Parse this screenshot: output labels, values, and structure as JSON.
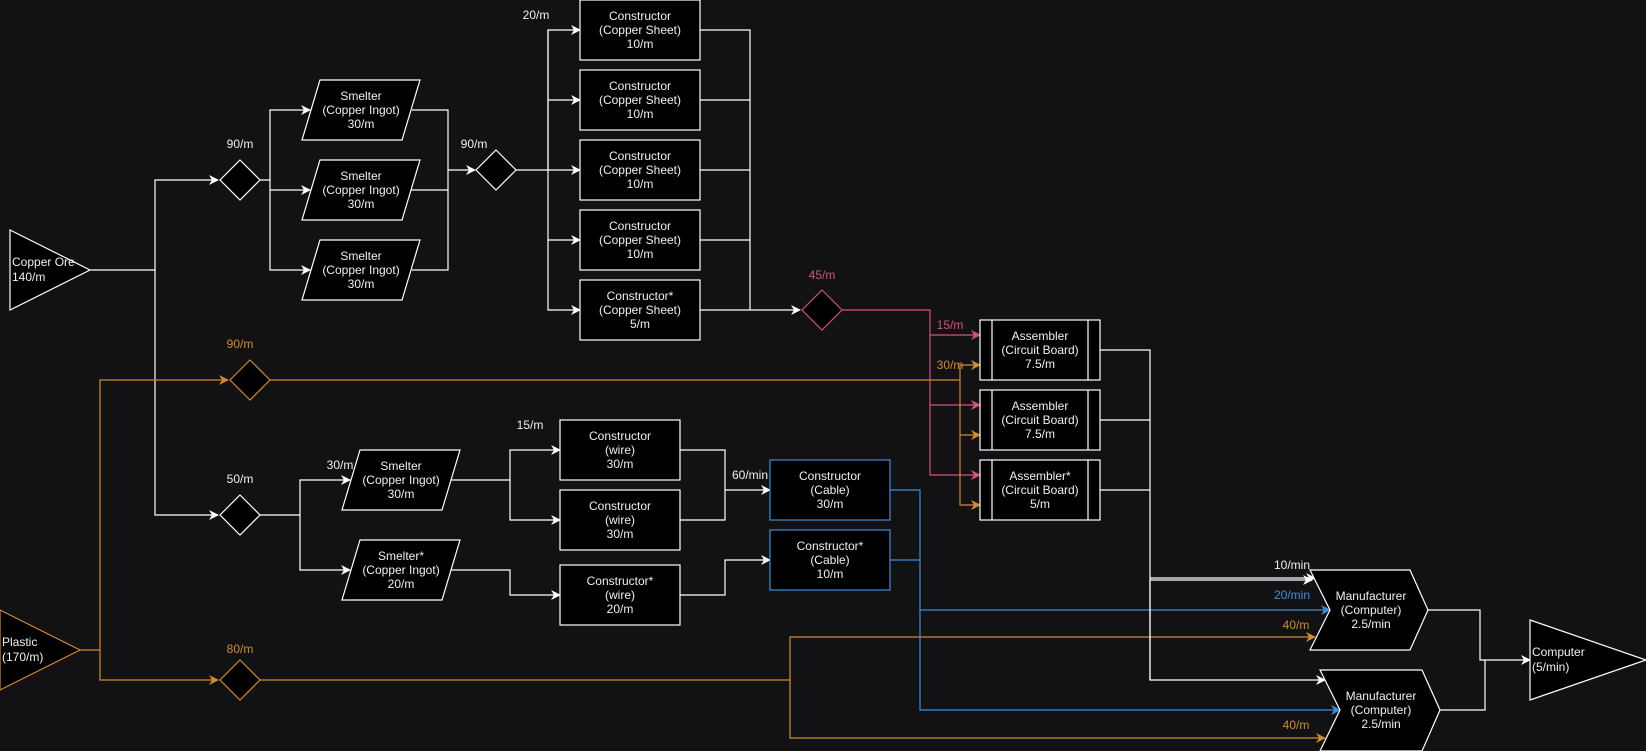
{
  "colors": {
    "background": "#121214",
    "copper": "#ffffff",
    "plastic": "#d18a2e",
    "copper_sheet": "#d1517f",
    "cable": "#3a8fd9",
    "node_fill": "#000000"
  },
  "sources": {
    "copper_ore": [
      "Copper Ore",
      "140/m"
    ],
    "plastic": [
      "Plastic",
      "(170/m)"
    ]
  },
  "output": [
    "Computer",
    "(5/min)"
  ],
  "splitter_labels": {
    "s1": "90/m",
    "s2": "90/m",
    "s_plastic_top": "90/m",
    "s_wire": "50/m",
    "s_plastic_bottom": "80/m",
    "s_sheet": "45/m"
  },
  "edge_labels": {
    "sheet_in": "20/m",
    "smelter_wire_in": "30/m",
    "wire_in": "15/m",
    "cable_in": "60/min",
    "assembler_sheet": "15/m",
    "assembler_plastic": "30/m",
    "mfg_board": "10/min",
    "mfg_cable": "20/min",
    "mfg_plastic_1": "40/m",
    "mfg_plastic_2": "40/m"
  },
  "smelters_top": [
    [
      "Smelter",
      "(Copper Ingot)",
      "30/m"
    ],
    [
      "Smelter",
      "(Copper Ingot)",
      "30/m"
    ],
    [
      "Smelter",
      "(Copper Ingot)",
      "30/m"
    ]
  ],
  "constructors_sheet": [
    [
      "Constructor",
      "(Copper Sheet)",
      "10/m"
    ],
    [
      "Constructor",
      "(Copper Sheet)",
      "10/m"
    ],
    [
      "Constructor",
      "(Copper Sheet)",
      "10/m"
    ],
    [
      "Constructor",
      "(Copper Sheet)",
      "10/m"
    ],
    [
      "Constructor*",
      "(Copper Sheet)",
      "5/m"
    ]
  ],
  "smelters_bottom": [
    [
      "Smelter",
      "(Copper Ingot)",
      "30/m"
    ],
    [
      "Smelter*",
      "(Copper Ingot)",
      "20/m"
    ]
  ],
  "constructors_wire": [
    [
      "Constructor",
      "(wire)",
      "30/m"
    ],
    [
      "Constructor",
      "(wire)",
      "30/m"
    ],
    [
      "Constructor*",
      "(wire)",
      "20/m"
    ]
  ],
  "constructors_cable": [
    [
      "Constructor",
      "(Cable)",
      "30/m"
    ],
    [
      "Constructor*",
      "(Cable)",
      "10/m"
    ]
  ],
  "assemblers": [
    [
      "Assembler",
      "(Circuit Board)",
      "7.5/m"
    ],
    [
      "Assembler",
      "(Circuit Board)",
      "7.5/m"
    ],
    [
      "Assembler*",
      "(Circuit Board)",
      "5/m"
    ]
  ],
  "manufacturers": [
    [
      "Manufacturer",
      "(Computer)",
      "2.5/min"
    ],
    [
      "Manufacturer",
      "(Computer)",
      "2.5/min"
    ]
  ]
}
